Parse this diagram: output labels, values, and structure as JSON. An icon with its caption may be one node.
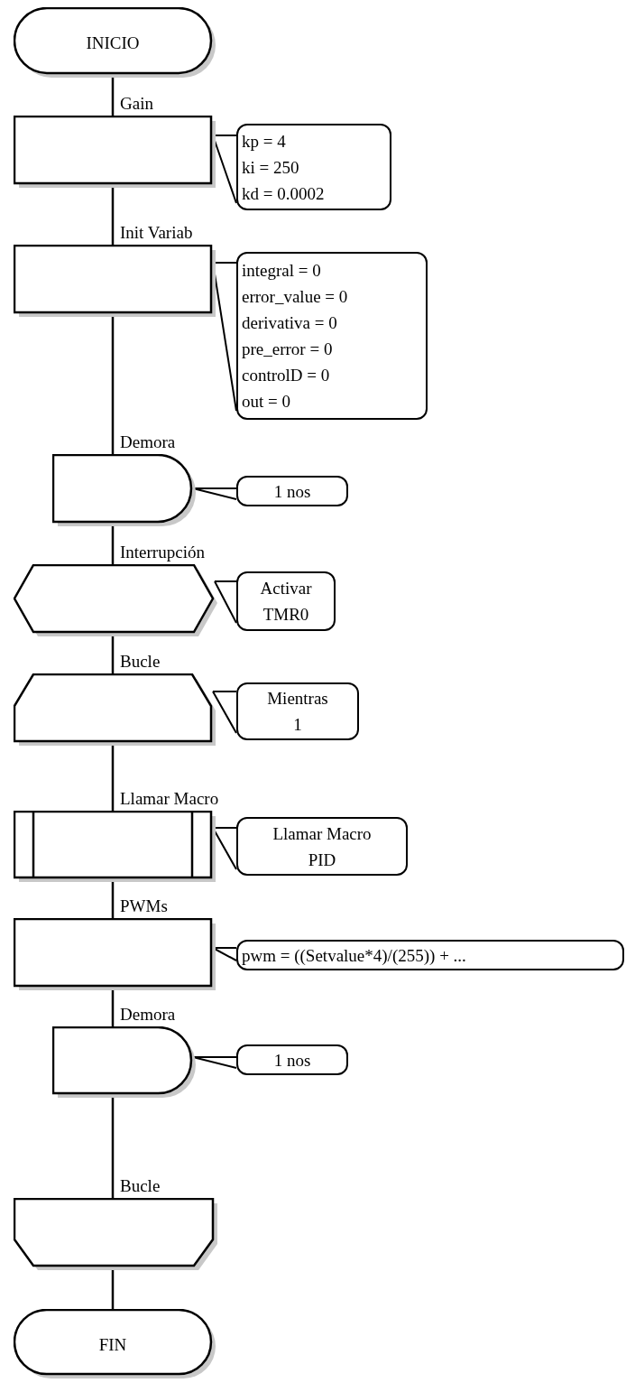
{
  "diagram": {
    "nodes": [
      {
        "text": [
          "INICIO"
        ]
      },
      {
        "text": [
          "Gain"
        ]
      },
      {
        "text": [
          "kp = 4",
          "ki = 250",
          "kd = 0.0002"
        ]
      },
      {
        "text": [
          "Init Variab"
        ]
      },
      {
        "text": [
          "integral = 0",
          "error_value = 0",
          "derivativa = 0",
          "pre_error = 0",
          "controlD = 0",
          "out = 0"
        ]
      },
      {
        "text": [
          "Demora"
        ]
      },
      {
        "text": [
          "1 nos"
        ]
      },
      {
        "text": [
          "Interrupción"
        ]
      },
      {
        "text": [
          "Activar",
          "TMR0"
        ]
      },
      {
        "text": [
          "Bucle"
        ]
      },
      {
        "text": [
          "Mientras",
          "1"
        ]
      },
      {
        "text": [
          "Llamar Macro"
        ]
      },
      {
        "text": [
          "Llamar Macro",
          "PID"
        ]
      },
      {
        "text": [
          "PWMs"
        ]
      },
      {
        "text": [
          "pwm = ((Setvalue*4)/(255)) + ..."
        ]
      },
      {
        "text": [
          "Demora"
        ]
      },
      {
        "text": [
          "1 nos"
        ]
      },
      {
        "text": [
          "Bucle"
        ]
      },
      {
        "text": [
          "FIN"
        ]
      }
    ],
    "edges": [
      {
        "from": 0,
        "to": 1,
        "arrow": "none"
      },
      {
        "from": 1,
        "to": 3,
        "arrow": "none"
      },
      {
        "from": 3,
        "to": 5,
        "arrow": "none"
      },
      {
        "from": 5,
        "to": 7,
        "arrow": "none"
      },
      {
        "from": 7,
        "to": 9,
        "arrow": "none"
      },
      {
        "from": 9,
        "to": 11,
        "arrow": "none"
      },
      {
        "from": 11,
        "to": 13,
        "arrow": "none"
      },
      {
        "from": 13,
        "to": 15,
        "arrow": "none"
      },
      {
        "from": 15,
        "to": 17,
        "arrow": "none"
      },
      {
        "from": 17,
        "to": 18,
        "arrow": "none"
      },
      {
        "from": 1,
        "to": 2,
        "arrow": "none"
      },
      {
        "from": 3,
        "to": 4,
        "arrow": "none"
      },
      {
        "from": 5,
        "to": 6,
        "arrow": "none"
      },
      {
        "from": 7,
        "to": 8,
        "arrow": "none"
      },
      {
        "from": 9,
        "to": 10,
        "arrow": "none"
      },
      {
        "from": 11,
        "to": 12,
        "arrow": "none"
      },
      {
        "from": 13,
        "to": 14,
        "arrow": "none"
      },
      {
        "from": 15,
        "to": 16,
        "arrow": "none"
      }
    ]
  }
}
